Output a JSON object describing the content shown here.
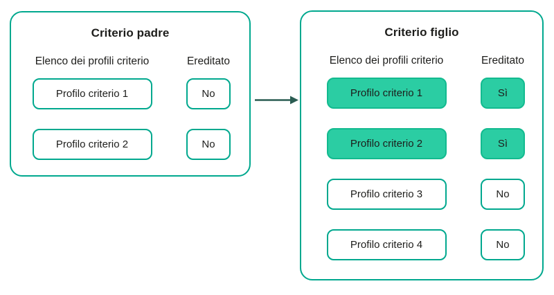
{
  "colors": {
    "accent": "#00a88e",
    "highlight_fill": "#2bcda3",
    "highlight_border": "#12ba8f",
    "arrow": "#2a5c52",
    "text": "#1d1d1b"
  },
  "arrow": {
    "direction": "right",
    "from": "Criterio padre",
    "to": "Criterio figlio"
  },
  "panels": [
    {
      "title": "Criterio padre",
      "columns": {
        "profiles": "Elenco dei profili criterio",
        "inherited": "Ereditato"
      },
      "rows": [
        {
          "profile": "Profilo criterio 1",
          "inherited": "No",
          "highlighted": false
        },
        {
          "profile": "Profilo criterio 2",
          "inherited": "No",
          "highlighted": false
        }
      ]
    },
    {
      "title": "Criterio figlio",
      "columns": {
        "profiles": "Elenco dei profili criterio",
        "inherited": "Ereditato"
      },
      "rows": [
        {
          "profile": "Profilo criterio 1",
          "inherited": "Sì",
          "highlighted": true
        },
        {
          "profile": "Profilo criterio 2",
          "inherited": "Sì",
          "highlighted": true
        },
        {
          "profile": "Profilo criterio 3",
          "inherited": "No",
          "highlighted": false
        },
        {
          "profile": "Profilo criterio 4",
          "inherited": "No",
          "highlighted": false
        }
      ]
    }
  ]
}
